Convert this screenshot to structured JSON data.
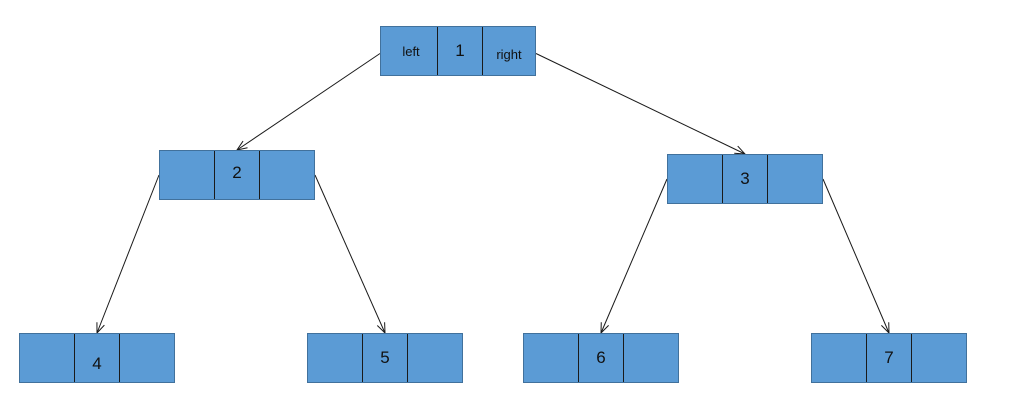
{
  "colors": {
    "node_fill": "#5b9bd5",
    "node_border": "#41719c",
    "edge": "#1a1a1a"
  },
  "nodes": [
    {
      "id": "1",
      "value": "1",
      "left_label": "left",
      "right_label": "right"
    },
    {
      "id": "2",
      "value": "2",
      "left_label": "",
      "right_label": ""
    },
    {
      "id": "3",
      "value": "3",
      "left_label": "",
      "right_label": ""
    },
    {
      "id": "4",
      "value": "4",
      "left_label": "",
      "right_label": ""
    },
    {
      "id": "5",
      "value": "5",
      "left_label": "",
      "right_label": ""
    },
    {
      "id": "6",
      "value": "6",
      "left_label": "",
      "right_label": ""
    },
    {
      "id": "7",
      "value": "7",
      "left_label": "",
      "right_label": ""
    }
  ],
  "edges": [
    {
      "from": "1",
      "to": "2",
      "side": "left"
    },
    {
      "from": "1",
      "to": "3",
      "side": "right"
    },
    {
      "from": "2",
      "to": "4",
      "side": "left"
    },
    {
      "from": "2",
      "to": "5",
      "side": "right"
    },
    {
      "from": "3",
      "to": "6",
      "side": "left"
    },
    {
      "from": "3",
      "to": "7",
      "side": "right"
    }
  ]
}
